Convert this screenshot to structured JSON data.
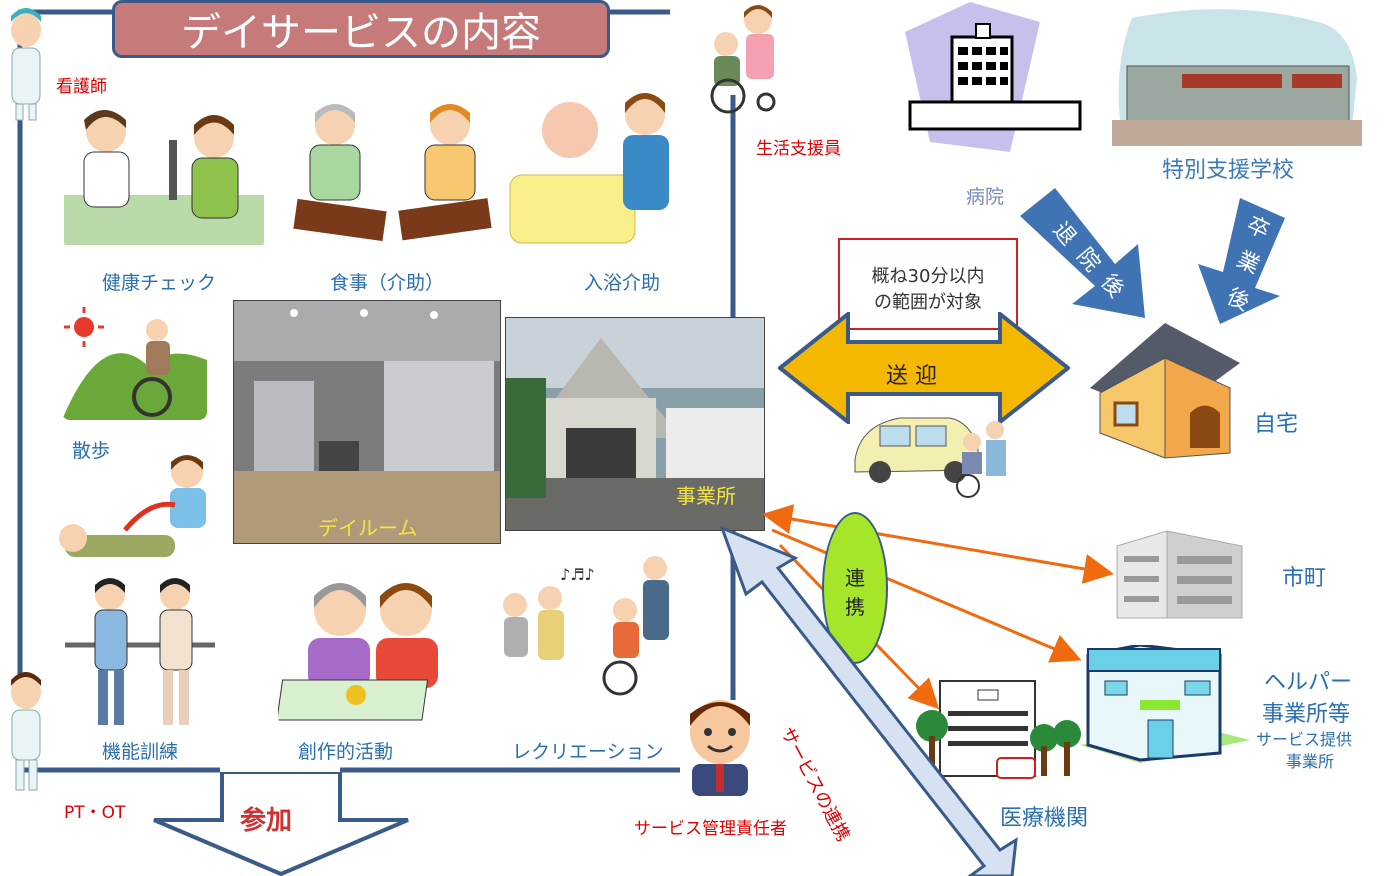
{
  "title": "デイサービスの内容",
  "staff": {
    "nurse": "看護師",
    "life_support": "生活支援員",
    "ptot": "PT・OT",
    "service_manager": "サービス管理責任者"
  },
  "activities": {
    "health_check": "健康チェック",
    "meal": "食事（介助）",
    "bath": "入浴介助",
    "walk": "散歩",
    "training": "機能訓練",
    "creative": "創作的活動",
    "recreation": "レクリエーション"
  },
  "photos": {
    "day_room": "デイルーム",
    "office": "事業所"
  },
  "participation": "参加",
  "transport": {
    "note_line1": "概ね30分以内",
    "note_line2": "の範囲が対象",
    "label": "送 迎"
  },
  "places": {
    "hospital": "病院",
    "special_school": "特別支援学校",
    "home": "自宅",
    "city": "市町",
    "helper_line1": "ヘルパー",
    "helper_line2": "事業所等",
    "provider_line1": "サービス提供",
    "provider_line2": "事業所",
    "medical": "医療機関"
  },
  "arrows": {
    "after_discharge": [
      "退",
      "院",
      "後"
    ],
    "after_graduation": [
      "卒",
      "業",
      "後"
    ],
    "cooperation": [
      "連",
      "携"
    ],
    "service_cooperation": "サービスの連携"
  },
  "colors": {
    "frame": "#3a5a8a",
    "title_bg": "#c77a7a",
    "transport_arrow": "#f5b800",
    "blue_arrow": "#3f73b4",
    "orange_line": "#f06a10",
    "cooperation_oval": "#a6e62a",
    "service_arrow": "#d6e2f1"
  }
}
